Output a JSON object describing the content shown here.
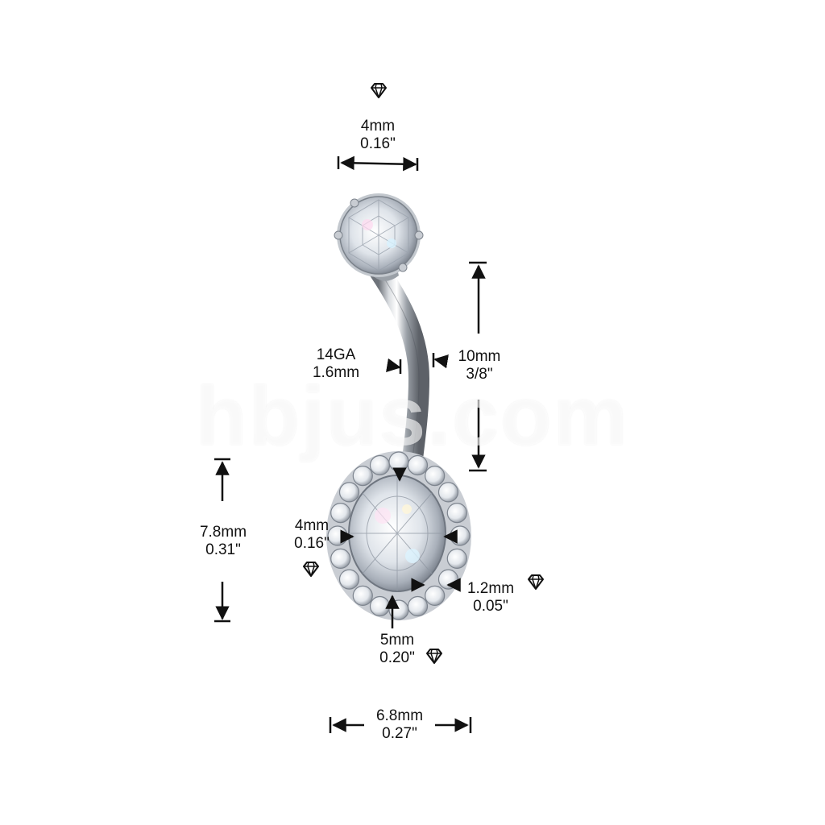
{
  "watermark": "hbjus.com",
  "colors": {
    "background": "#ffffff",
    "ink": "#111111",
    "metal": "#b8bcc2",
    "crystal": "#eef1f5"
  },
  "icons": [
    "diamond-icon"
  ],
  "dimensions": {
    "top_gem": {
      "mm": "4mm",
      "inch": "0.16\""
    },
    "gauge": {
      "ga": "14GA",
      "mm": "1.6mm"
    },
    "bar_length": {
      "mm": "10mm",
      "inch": "3/8\""
    },
    "dangle_height": {
      "mm": "7.8mm",
      "inch": "0.31\""
    },
    "center_gem_width": {
      "mm": "4mm",
      "inch": "0.16\""
    },
    "side_gem": {
      "mm": "1.2mm",
      "inch": "0.05\""
    },
    "center_gem_height": {
      "mm": "5mm",
      "inch": "0.20\""
    },
    "dangle_width": {
      "mm": "6.8mm",
      "inch": "0.27\""
    }
  }
}
